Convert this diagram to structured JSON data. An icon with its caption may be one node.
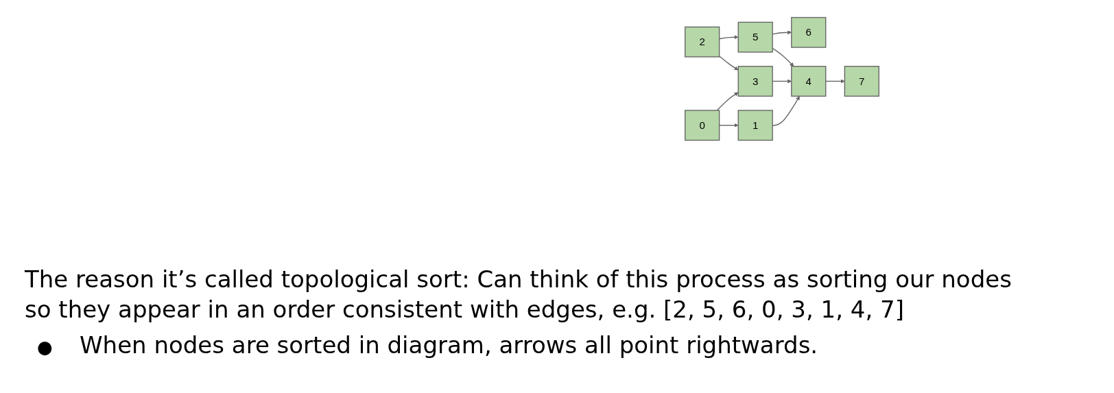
{
  "diagram": {
    "nodes": [
      {
        "text": [
          "2"
        ]
      },
      {
        "text": [
          "5"
        ]
      },
      {
        "text": [
          "6"
        ]
      },
      {
        "text": [
          "0"
        ]
      },
      {
        "text": [
          "3"
        ]
      },
      {
        "text": [
          "1"
        ]
      },
      {
        "text": [
          "4"
        ]
      },
      {
        "text": [
          "7"
        ]
      }
    ],
    "edges": [
      {
        "from": 0,
        "to": 1,
        "arrow": "to"
      },
      {
        "from": 1,
        "to": 2,
        "arrow": "to"
      },
      {
        "from": 3,
        "to": 4,
        "arrow": "to"
      },
      {
        "from": 5,
        "to": 6,
        "arrow": "to"
      },
      {
        "from": 6,
        "to": 7,
        "arrow": "to"
      },
      {
        "from": 0,
        "to": 4,
        "arrow": "to"
      },
      {
        "from": 4,
        "to": 6,
        "arrow": "to"
      },
      {
        "from": 3,
        "to": 5,
        "arrow": "to"
      },
      {
        "from": 1,
        "to": 6,
        "arrow": "to"
      }
    ],
    "labels": [
      "The reason it’s called topological sort: Can think of this process as sorting our nodes so they appear in an order consistent with edges, e.g. [2, 5, 6, 0, 3, 1, 4, 7]",
      "●",
      "When nodes are sorted in diagram, arrows all point rightwards."
    ]
  }
}
